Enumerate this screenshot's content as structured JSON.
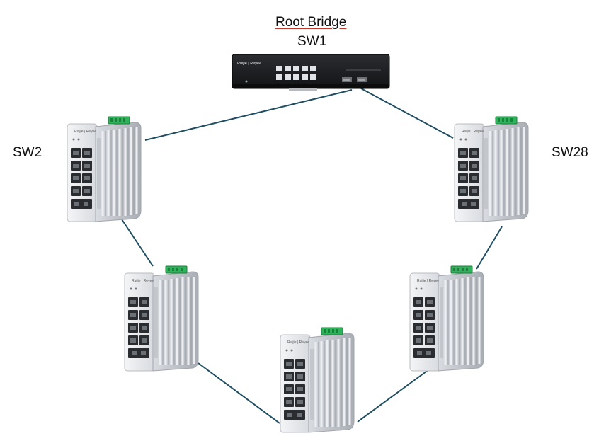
{
  "labels": {
    "root_title": "Root Bridge",
    "sw1": "SW1",
    "sw2": "SW2",
    "sw28": "SW28"
  },
  "core_switch": {
    "brand_text": "Ruijie | Reyee"
  },
  "industrial_switch": {
    "brand_text": "Ruijie | Reyee"
  },
  "colors": {
    "link": "#1f4e63",
    "switch_body": "#e4e6ea",
    "heatsink": "#c9ccd1",
    "terminal_green": "#2fb35a",
    "core_body": "#1e1f22"
  }
}
